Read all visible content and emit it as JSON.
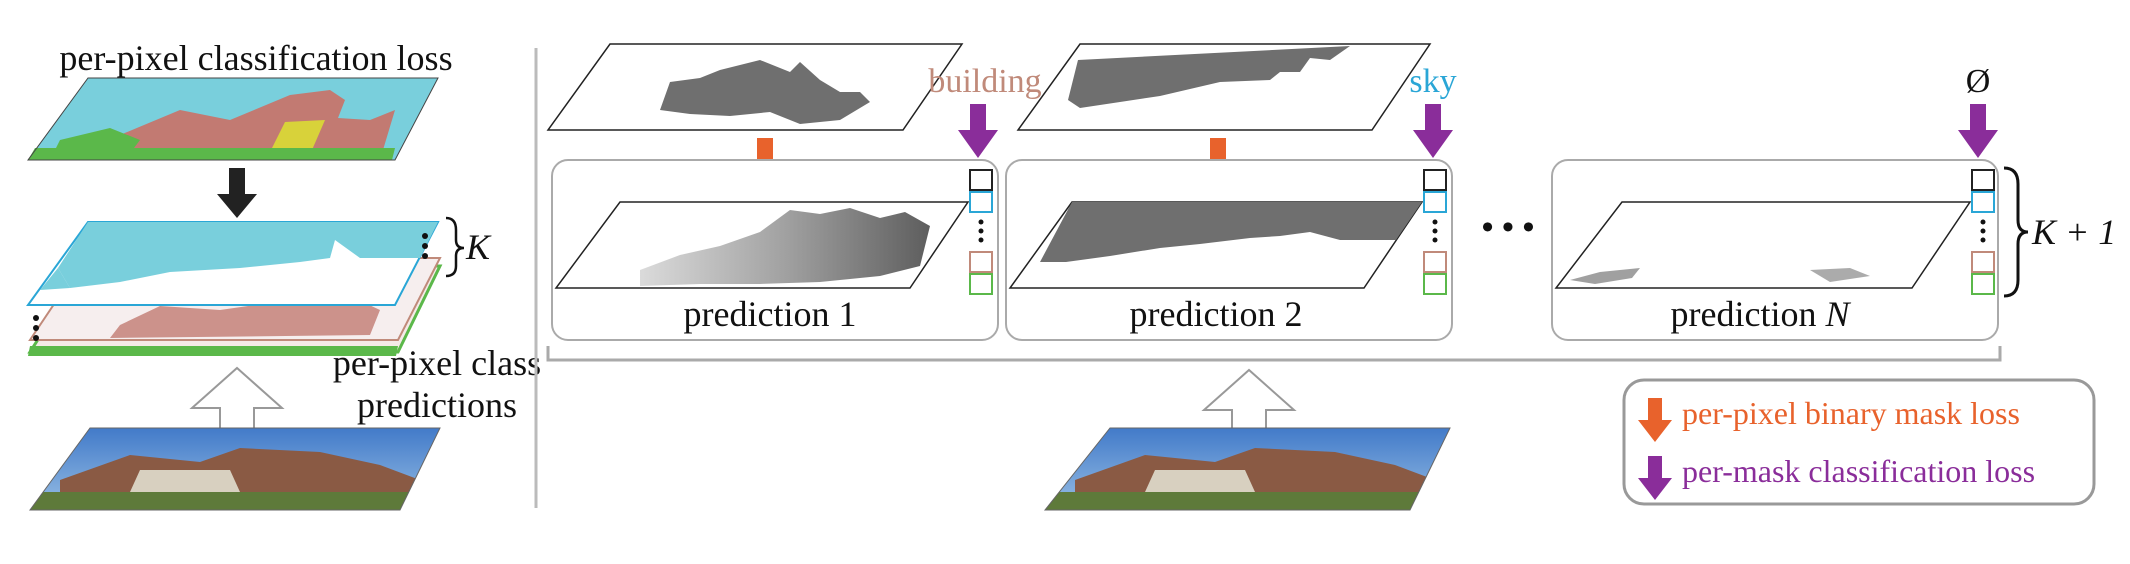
{
  "left_panel": {
    "title": "per-pixel classification loss",
    "k_label": "K",
    "class_predictions_line1": "per-pixel class",
    "class_predictions_line2": "predictions"
  },
  "right_panel": {
    "class_labels": {
      "building": "building",
      "sky": "sky",
      "empty": "Ø"
    },
    "predictions": [
      {
        "prefix": "prediction",
        "index": "1"
      },
      {
        "prefix": "prediction",
        "index": "2"
      },
      {
        "prefix": "prediction",
        "index": "N"
      }
    ],
    "ellipsis": "• • •",
    "k_plus_one": "K + 1"
  },
  "legend": {
    "binary_mask_loss": "per-pixel binary mask loss",
    "mask_classification_loss": "per-mask classification loss"
  },
  "colors": {
    "orange": "#e8622c",
    "purple": "#8a2d9a",
    "building": "#c08a7a",
    "sky": "#2aa6d6",
    "road": "#5bb84a",
    "sky_fill": "#79cfdc",
    "building_fill": "#c27a72",
    "mask_gray": "#6f6f6f"
  }
}
